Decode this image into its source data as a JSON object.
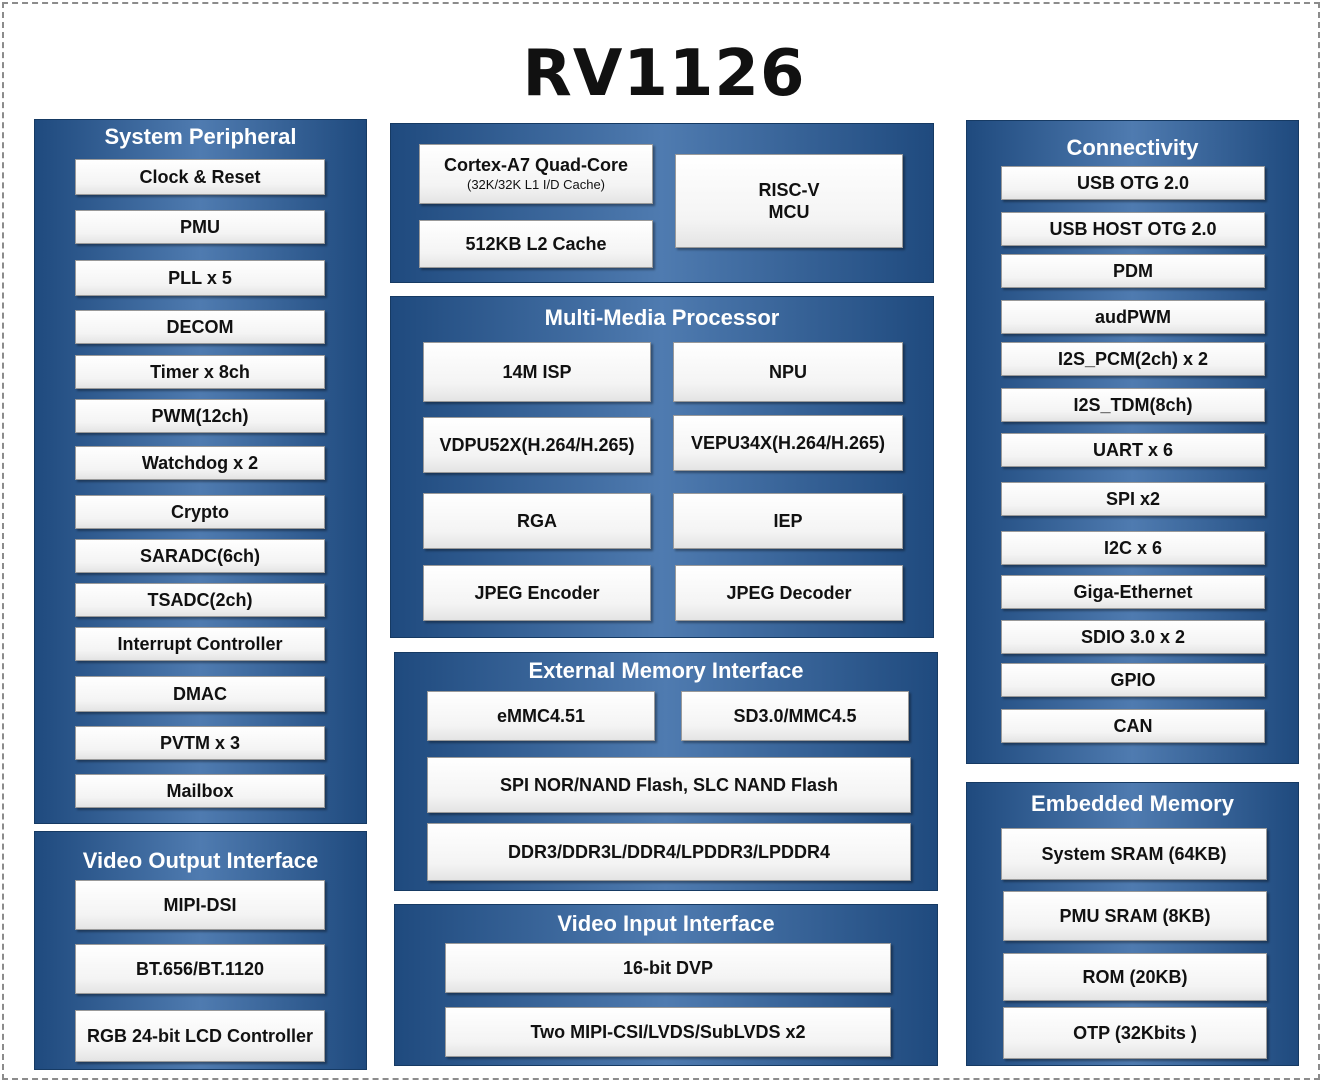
{
  "chip": {
    "title": "RV1126"
  },
  "system_peripheral": {
    "title": "System Peripheral",
    "items": [
      "Clock & Reset",
      "PMU",
      "PLL x 5",
      "DECOM",
      "Timer x 8ch",
      "PWM(12ch)",
      "Watchdog x 2",
      "Crypto",
      "SARADC(6ch)",
      "TSADC(2ch)",
      "Interrupt Controller",
      "DMAC",
      "PVTM x 3",
      "Mailbox"
    ]
  },
  "video_output": {
    "title": "Video Output Interface",
    "items": [
      "MIPI-DSI",
      "BT.656/BT.1120",
      "RGB 24-bit LCD Controller"
    ]
  },
  "cpu": {
    "cortex": "Cortex-A7 Quad-Core",
    "cortex_sub": "(32K/32K L1 I/D Cache)",
    "l2": "512KB L2 Cache",
    "mcu_line1": "RISC-V",
    "mcu_line2": "MCU"
  },
  "multimedia": {
    "title": "Multi-Media Processor",
    "items": [
      "14M ISP",
      "NPU",
      "VDPU52X(H.264/H.265)",
      "VEPU34X(H.264/H.265)",
      "RGA",
      "IEP",
      "JPEG Encoder",
      "JPEG Decoder"
    ]
  },
  "external_memory": {
    "title": "External Memory Interface",
    "items": [
      "eMMC4.51",
      "SD3.0/MMC4.5",
      "SPI NOR/NAND Flash, SLC NAND Flash",
      "DDR3/DDR3L/DDR4/LPDDR3/LPDDR4"
    ]
  },
  "video_input": {
    "title": "Video Input Interface",
    "items": [
      "16-bit DVP",
      "Two MIPI-CSI/LVDS/SubLVDS x2"
    ]
  },
  "connectivity": {
    "title": "Connectivity",
    "items": [
      "USB OTG 2.0",
      "USB HOST OTG 2.0",
      "PDM",
      "audPWM",
      "I2S_PCM(2ch) x 2",
      "I2S_TDM(8ch)",
      "UART x 6",
      "SPI x2",
      "I2C x 6",
      "Giga-Ethernet",
      "SDIO 3.0 x 2",
      "GPIO",
      "CAN"
    ]
  },
  "embedded_memory": {
    "title": "Embedded Memory",
    "items": [
      "System SRAM (64KB)",
      "PMU SRAM (8KB)",
      "ROM (20KB)",
      "OTP (32Kbits )"
    ]
  },
  "colors": {
    "panel": "#2f5d95",
    "box": "#f4f4f4",
    "frame": "#8c8c8c"
  }
}
